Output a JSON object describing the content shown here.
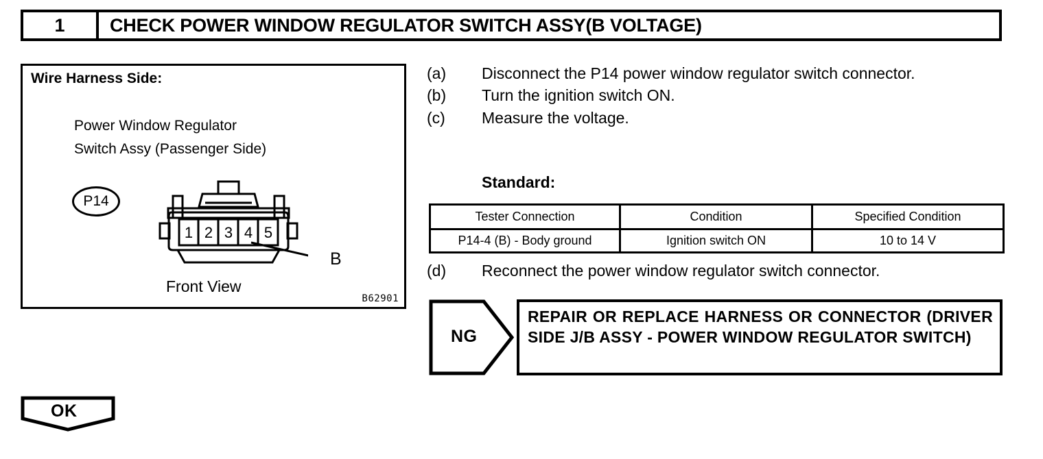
{
  "step_header": {
    "number": "1",
    "title": "CHECK POWER WINDOW REGULATOR SWITCH ASSY(B VOLTAGE)"
  },
  "figure": {
    "heading": "Wire Harness Side:",
    "caption_line1": "Power Window Regulator",
    "caption_line2": "Switch Assy (Passenger Side)",
    "connector_id": "P14",
    "pin_numbers": [
      "1",
      "2",
      "3",
      "4",
      "5"
    ],
    "callout_label": "B",
    "view_label": "Front View",
    "figure_code": "B62901"
  },
  "procedure": {
    "steps": [
      {
        "marker": "(a)",
        "text": "Disconnect the P14 power window regulator switch connector."
      },
      {
        "marker": "(b)",
        "text": "Turn the ignition switch ON."
      },
      {
        "marker": "(c)",
        "text": "Measure the voltage."
      }
    ],
    "standard_label": "Standard:",
    "step_d": {
      "marker": "(d)",
      "text": "Reconnect the power window regulator switch connector."
    }
  },
  "standard_table": {
    "headers": [
      "Tester Connection",
      "Condition",
      "Specified Condition"
    ],
    "rows": [
      [
        "P14-4 (B) - Body ground",
        "Ignition switch ON",
        "10 to 14 V"
      ]
    ]
  },
  "results": {
    "ng_label": "NG",
    "ng_action": "REPAIR OR REPLACE HARNESS OR CONNECTOR (DRIVER SIDE J/B ASSY - POWER WINDOW REGULATOR SWITCH)",
    "ok_label": "OK"
  },
  "colors": {
    "ink": "#000000",
    "paper": "#ffffff"
  }
}
